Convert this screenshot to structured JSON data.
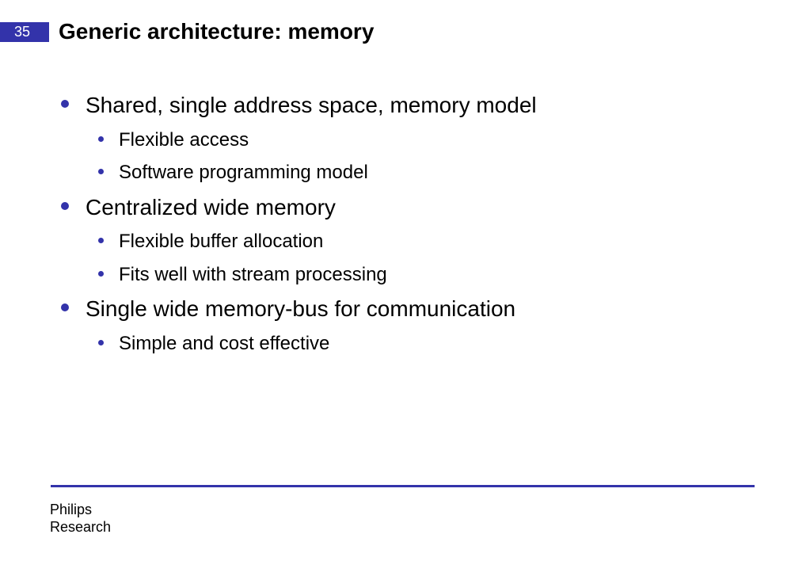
{
  "slide": {
    "number": "35",
    "title": "Generic architecture: memory"
  },
  "bullets": [
    {
      "text": "Shared, single address space, memory model",
      "level": 1
    },
    {
      "text": "Flexible access",
      "level": 2
    },
    {
      "text": "Software programming model",
      "level": 2
    },
    {
      "text": "Centralized wide memory",
      "level": 1
    },
    {
      "text": "Flexible buffer allocation",
      "level": 2
    },
    {
      "text": "Fits well with stream processing",
      "level": 2
    },
    {
      "text": "Single wide memory-bus for communication",
      "level": 1
    },
    {
      "text": "Simple and cost effective",
      "level": 2
    }
  ],
  "footer": {
    "org_line1": "Philips",
    "org_line2": "Research"
  },
  "colors": {
    "accent": "#3333aa"
  }
}
